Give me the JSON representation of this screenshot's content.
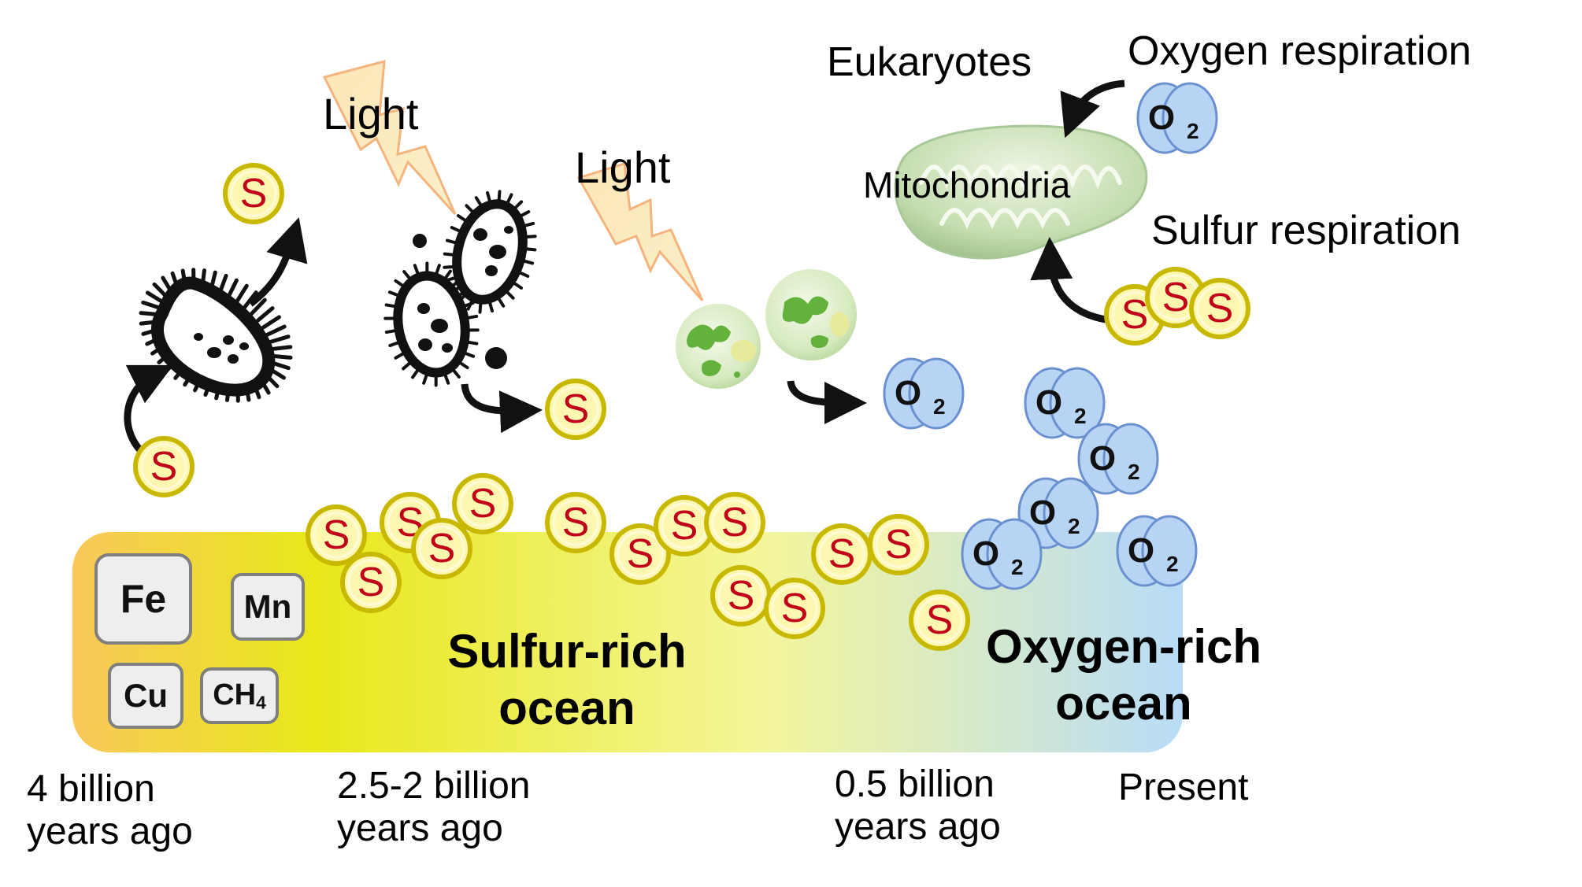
{
  "labels": {
    "light_1": "Light",
    "light_2": "Light",
    "eukaryotes": "Eukaryotes",
    "mitochondria": "Mitochondria",
    "oxygen_respiration": "Oxygen respiration",
    "sulfur_respiration": "Sulfur respiration",
    "sulfur_ocean_line1": "Sulfur-rich",
    "sulfur_ocean_line2": "ocean",
    "oxygen_ocean_line1": "Oxygen-rich",
    "oxygen_ocean_line2": "ocean"
  },
  "elements": {
    "fe": "Fe",
    "mn": "Mn",
    "cu": "Cu",
    "ch4_base": "CH",
    "ch4_sub": "4"
  },
  "molecules": {
    "sulfur": "S",
    "oxygen_base": "O",
    "oxygen_sub": "2"
  },
  "timeline": [
    {
      "line1": "4 billion",
      "line2": "years ago"
    },
    {
      "line1": "2.5-2 billion",
      "line2": "years ago"
    },
    {
      "line1": "0.5 billion",
      "line2": "years ago"
    },
    {
      "line1": "Present",
      "line2": ""
    }
  ],
  "colors": {
    "ocean_left": "#f8c85a",
    "ocean_sulfur": "#e8e81a",
    "ocean_light": "#f4f69a",
    "ocean_right": "#b8dcf8",
    "sulfur_fill": "#fdf7b0",
    "sulfur_ring": "#c8b800",
    "sulfur_text": "#c00018",
    "oxygen_fill": "#b8d4f4",
    "oxygen_stroke": "#6a90d0"
  }
}
